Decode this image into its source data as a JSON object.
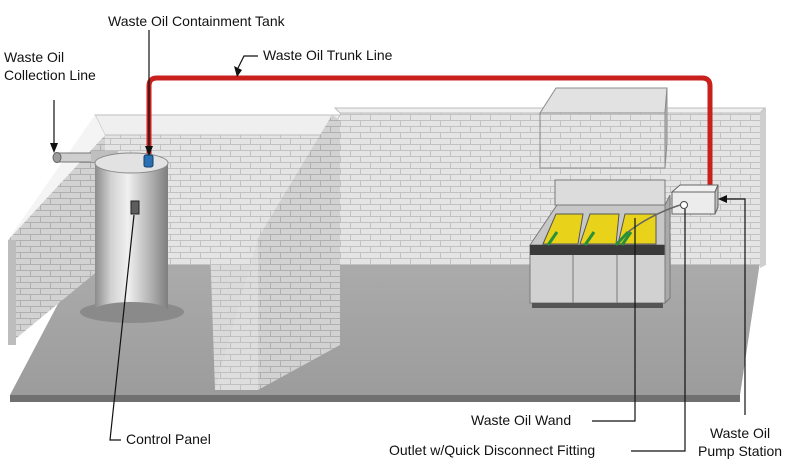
{
  "labels": {
    "containment_tank": "Waste Oil Containment Tank",
    "trunk_line": "Waste Oil Trunk Line",
    "collection_line": [
      "Waste Oil",
      "Collection Line"
    ],
    "control_panel": "Control Panel",
    "wand": "Waste Oil Wand",
    "outlet": "Outlet w/Quick Disconnect Fitting",
    "pump_station": [
      "Waste Oil",
      "Pump Station"
    ]
  },
  "colors": {
    "trunk_line": "#c8201c",
    "fryer_oil": "#e8d21a",
    "pipe_handle": "#2a8f3a",
    "valve": "#2b6fb3"
  }
}
